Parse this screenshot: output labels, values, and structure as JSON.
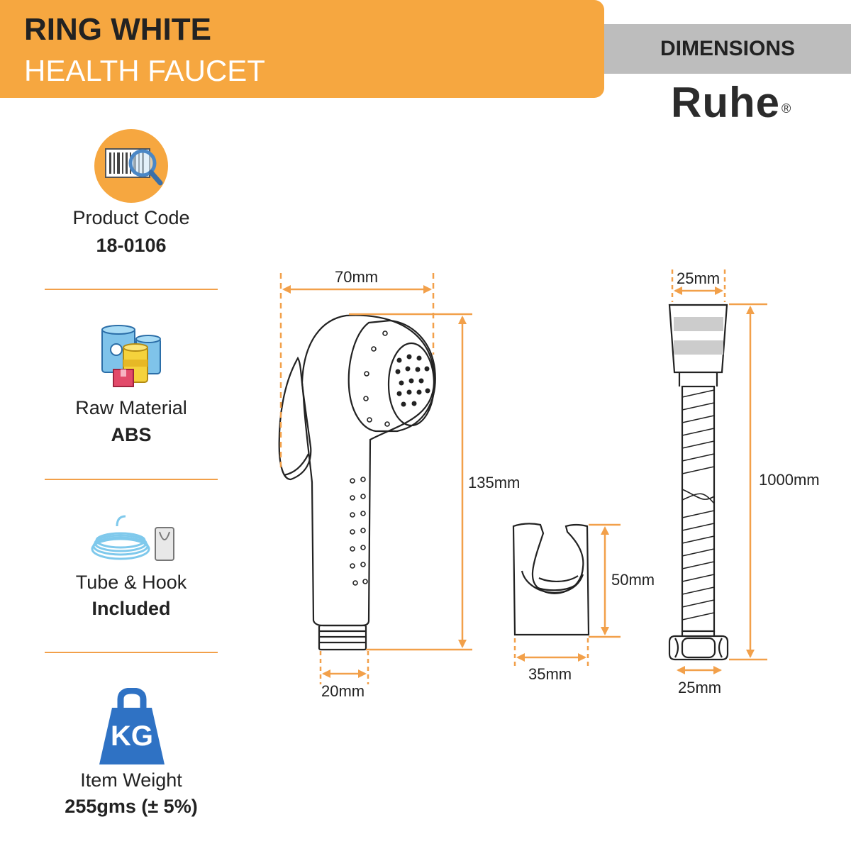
{
  "header": {
    "title_line1": "RING WHITE",
    "title_line2": "HEALTH FAUCET",
    "section_tag": "DIMENSIONS",
    "brand": "Ruhe",
    "brand_mark": "®"
  },
  "specs": [
    {
      "label": "Product Code",
      "value": "18-0106",
      "icon": "barcode-search-icon"
    },
    {
      "label": "Raw Material",
      "value": "ABS",
      "icon": "raw-material-containers-icon"
    },
    {
      "label": "Tube & Hook",
      "value": "Included",
      "icon": "tube-and-hook-icon"
    },
    {
      "label": "Item Weight",
      "value": "255gms (± 5%)",
      "icon": "kg-weight-icon"
    }
  ],
  "weight_icon_text": "KG",
  "dimensions": {
    "faucet_width": "70mm",
    "faucet_height": "135mm",
    "faucet_thread": "20mm",
    "hook_height": "50mm",
    "hook_width": "35mm",
    "tube_top": "25mm",
    "tube_length": "1000mm",
    "tube_bottom": "25mm"
  },
  "colors": {
    "banner": "#F6A740",
    "accent": "#F2A04A",
    "tag_bg": "#BDBDBD",
    "icon_blue": "#2F72C4"
  }
}
